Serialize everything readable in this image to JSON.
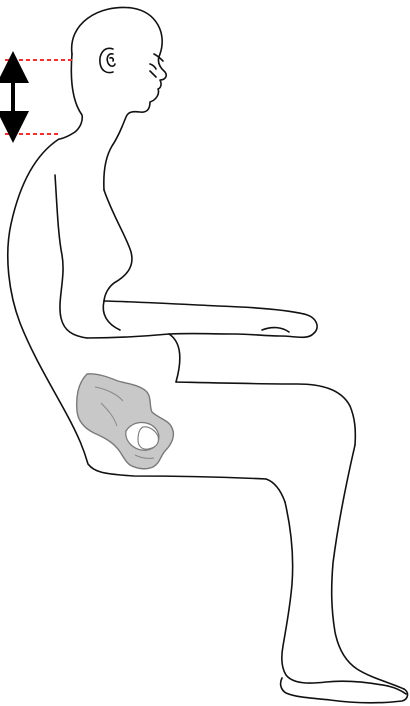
{
  "colors": {
    "background": "#ffffff",
    "outline": "#111111",
    "pelvis_fill": "#c8c8c8",
    "pelvis_outline": "#7a7a7a",
    "measurement_guide": "#ff2a2a",
    "measurement_arrow": "#000000"
  },
  "icons": {
    "measurement": "double-headed-vertical-arrow",
    "reference_lines": "dashed-red-lines",
    "pelvis": "pelvis-bone-illustration"
  }
}
